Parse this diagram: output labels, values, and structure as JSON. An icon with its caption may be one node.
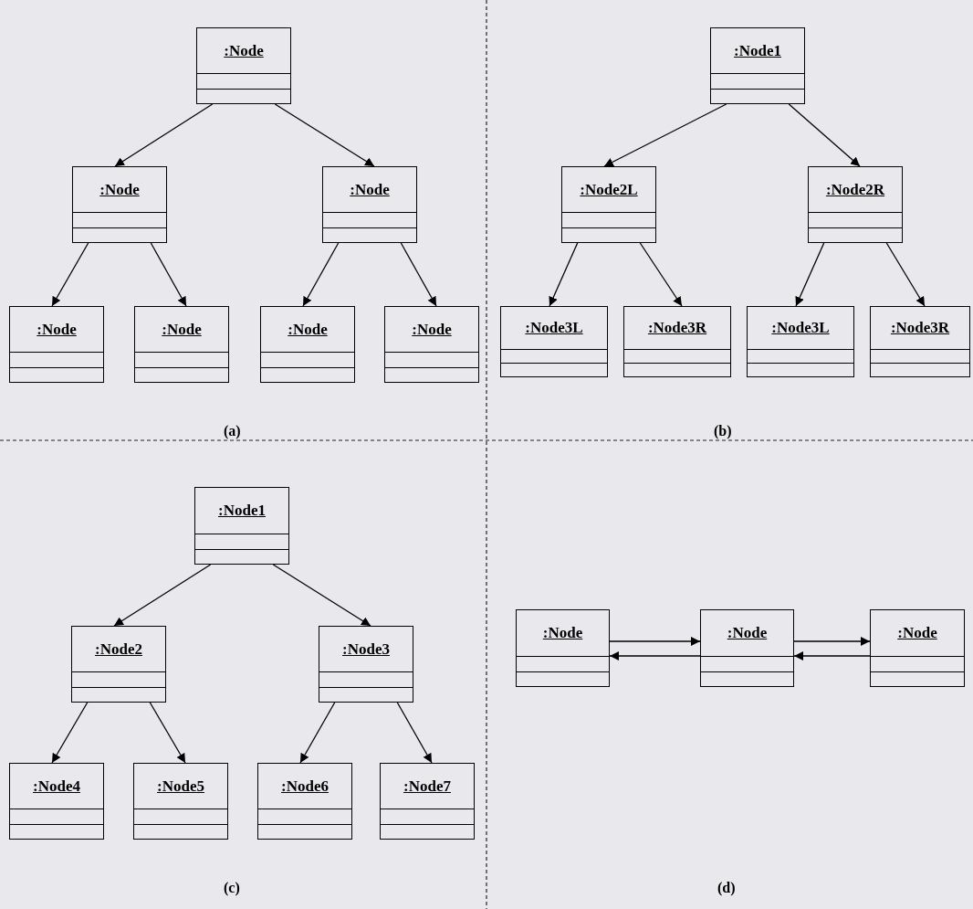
{
  "diagram": {
    "nodes": [
      {
        "text": [
          ":Node"
        ]
      },
      {
        "text": [
          ":Node"
        ]
      },
      {
        "text": [
          ":Node"
        ]
      },
      {
        "text": [
          ":Node"
        ]
      },
      {
        "text": [
          ":Node"
        ]
      },
      {
        "text": [
          ":Node"
        ]
      },
      {
        "text": [
          ":Node"
        ]
      },
      {
        "text": [
          ":Node1"
        ]
      },
      {
        "text": [
          ":Node2L"
        ]
      },
      {
        "text": [
          ":Node2R"
        ]
      },
      {
        "text": [
          ":Node3L"
        ]
      },
      {
        "text": [
          ":Node3R"
        ]
      },
      {
        "text": [
          ":Node3L"
        ]
      },
      {
        "text": [
          ":Node3R"
        ]
      },
      {
        "text": [
          ":Node1"
        ]
      },
      {
        "text": [
          ":Node2"
        ]
      },
      {
        "text": [
          ":Node3"
        ]
      },
      {
        "text": [
          ":Node4"
        ]
      },
      {
        "text": [
          ":Node5"
        ]
      },
      {
        "text": [
          ":Node6"
        ]
      },
      {
        "text": [
          ":Node7"
        ]
      },
      {
        "text": [
          ":Node"
        ]
      },
      {
        "text": [
          ":Node"
        ]
      },
      {
        "text": [
          ":Node"
        ]
      }
    ],
    "edges": [
      {
        "from": 0,
        "to": 1,
        "arrow": "to"
      },
      {
        "from": 0,
        "to": 2,
        "arrow": "to"
      },
      {
        "from": 1,
        "to": 3,
        "arrow": "to"
      },
      {
        "from": 1,
        "to": 4,
        "arrow": "to"
      },
      {
        "from": 2,
        "to": 5,
        "arrow": "to"
      },
      {
        "from": 2,
        "to": 6,
        "arrow": "to"
      },
      {
        "from": 7,
        "to": 8,
        "arrow": "to"
      },
      {
        "from": 7,
        "to": 9,
        "arrow": "to"
      },
      {
        "from": 8,
        "to": 10,
        "arrow": "to"
      },
      {
        "from": 8,
        "to": 11,
        "arrow": "to"
      },
      {
        "from": 9,
        "to": 12,
        "arrow": "to"
      },
      {
        "from": 9,
        "to": 13,
        "arrow": "to"
      },
      {
        "from": 14,
        "to": 15,
        "arrow": "to"
      },
      {
        "from": 14,
        "to": 16,
        "arrow": "to"
      },
      {
        "from": 15,
        "to": 17,
        "arrow": "to"
      },
      {
        "from": 15,
        "to": 18,
        "arrow": "to"
      },
      {
        "from": 16,
        "to": 19,
        "arrow": "to"
      },
      {
        "from": 16,
        "to": 20,
        "arrow": "to"
      },
      {
        "from": 21,
        "to": 22,
        "arrow": "to"
      },
      {
        "from": 22,
        "to": 21,
        "arrow": "to"
      },
      {
        "from": 22,
        "to": 23,
        "arrow": "to"
      },
      {
        "from": 23,
        "to": 22,
        "arrow": "to"
      }
    ],
    "labels": [
      "(a)",
      "(b)",
      "(c)",
      "(d)"
    ]
  }
}
